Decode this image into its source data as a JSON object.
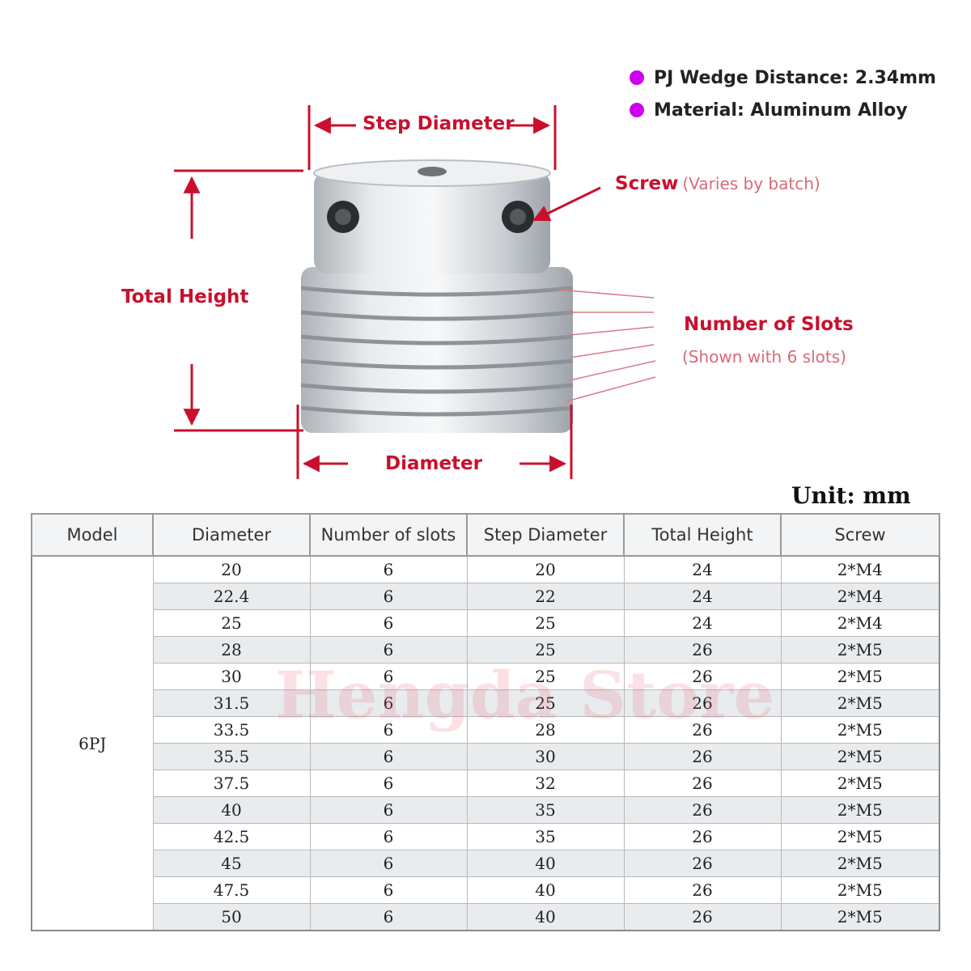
{
  "notes": {
    "wedge_distance": "PJ Wedge Distance: 2.34mm",
    "material": "Material: Aluminum Alloy"
  },
  "callouts": {
    "step_diameter": "Step Diameter",
    "screw": "Screw",
    "screw_note": "(Varies by batch)",
    "total_height": "Total Height",
    "number_of_slots": "Number of Slots",
    "slots_note": "(Shown with 6 slots)",
    "diameter": "Diameter"
  },
  "colors": {
    "accent_red": "#c8102e",
    "bullet_purple": "#cc00ee",
    "metal": "#d7dbdf"
  },
  "table": {
    "unit": "Unit: mm",
    "headers": [
      "Model",
      "Diameter",
      "Number of slots",
      "Step Diameter",
      "Total Height",
      "Screw"
    ],
    "model": "6PJ",
    "rows": [
      [
        "20",
        "6",
        "20",
        "24",
        "2*M4"
      ],
      [
        "22.4",
        "6",
        "22",
        "24",
        "2*M4"
      ],
      [
        "25",
        "6",
        "25",
        "24",
        "2*M4"
      ],
      [
        "28",
        "6",
        "25",
        "26",
        "2*M5"
      ],
      [
        "30",
        "6",
        "25",
        "26",
        "2*M5"
      ],
      [
        "31.5",
        "6",
        "25",
        "26",
        "2*M5"
      ],
      [
        "33.5",
        "6",
        "28",
        "26",
        "2*M5"
      ],
      [
        "35.5",
        "6",
        "30",
        "26",
        "2*M5"
      ],
      [
        "37.5",
        "6",
        "32",
        "26",
        "2*M5"
      ],
      [
        "40",
        "6",
        "35",
        "26",
        "2*M5"
      ],
      [
        "42.5",
        "6",
        "35",
        "26",
        "2*M5"
      ],
      [
        "45",
        "6",
        "40",
        "26",
        "2*M5"
      ],
      [
        "47.5",
        "6",
        "40",
        "26",
        "2*M5"
      ],
      [
        "50",
        "6",
        "40",
        "26",
        "2*M5"
      ]
    ]
  },
  "watermark": "Hengda Store"
}
